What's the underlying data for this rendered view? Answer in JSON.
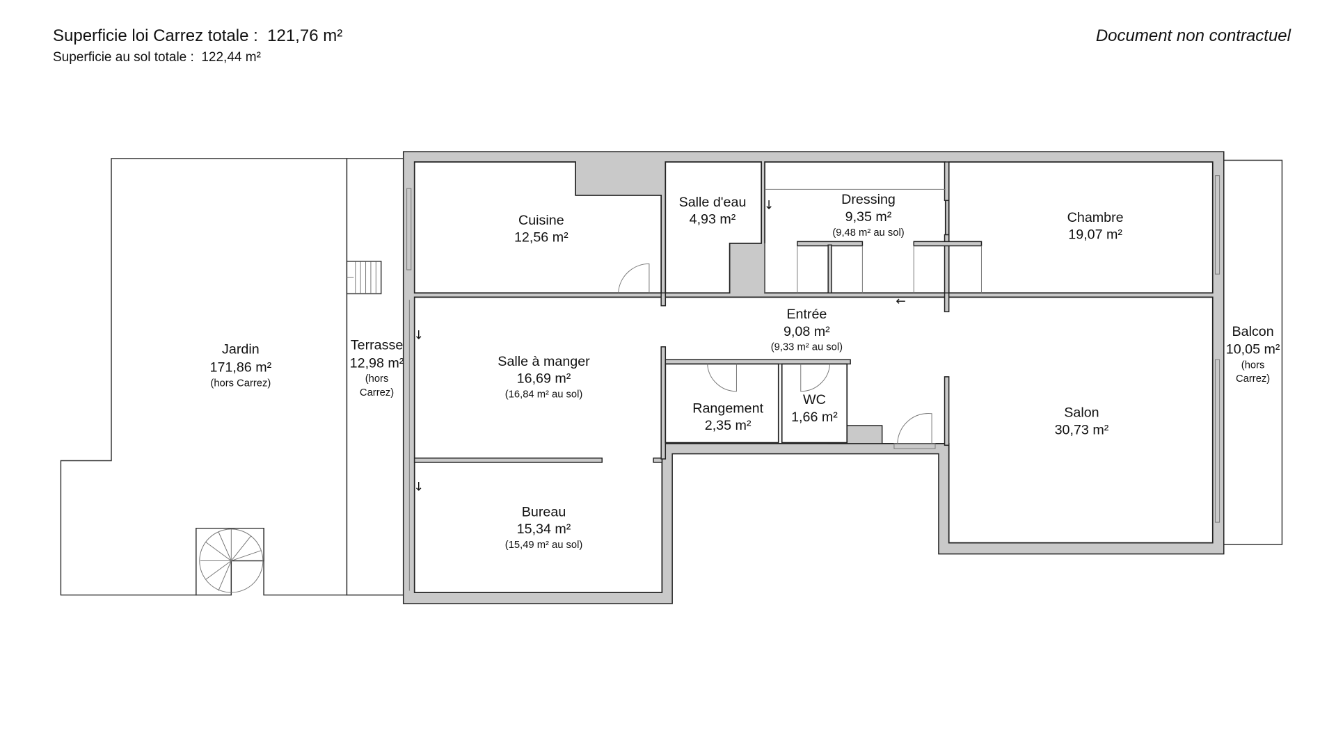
{
  "header": {
    "carrez_label": "Superficie loi Carrez totale :",
    "carrez_value": "121,76 m²",
    "sol_label": "Superficie au sol totale :",
    "sol_value": "122,44 m²",
    "disclaimer": "Document non contractuel"
  },
  "rooms": {
    "jardin": {
      "name": "Jardin",
      "area": "171,86 m²",
      "sub": "(hors Carrez)"
    },
    "terrasse": {
      "name": "Terrasse",
      "area": "12,98 m²",
      "sub1": "(hors",
      "sub2": "Carrez)"
    },
    "cuisine": {
      "name": "Cuisine",
      "area": "12,56 m²"
    },
    "salle_eau": {
      "name": "Salle d'eau",
      "area": "4,93 m²"
    },
    "dressing": {
      "name": "Dressing",
      "area": "9,35 m²",
      "sub": "(9,48 m² au sol)"
    },
    "chambre": {
      "name": "Chambre",
      "area": "19,07 m²"
    },
    "entree": {
      "name": "Entrée",
      "area": "9,08 m²",
      "sub": "(9,33 m² au sol)"
    },
    "salle_manger": {
      "name": "Salle à manger",
      "area": "16,69 m²",
      "sub": "(16,84 m² au sol)"
    },
    "rangement": {
      "name": "Rangement",
      "area": "2,35 m²"
    },
    "wc": {
      "name": "WC",
      "area": "1,66 m²"
    },
    "salon": {
      "name": "Salon",
      "area": "30,73 m²"
    },
    "balcon": {
      "name": "Balcon",
      "area": "10,05 m²",
      "sub1": "(hors",
      "sub2": "Carrez)"
    },
    "bureau": {
      "name": "Bureau",
      "area": "15,34 m²",
      "sub": "(15,49 m² au sol)"
    }
  }
}
